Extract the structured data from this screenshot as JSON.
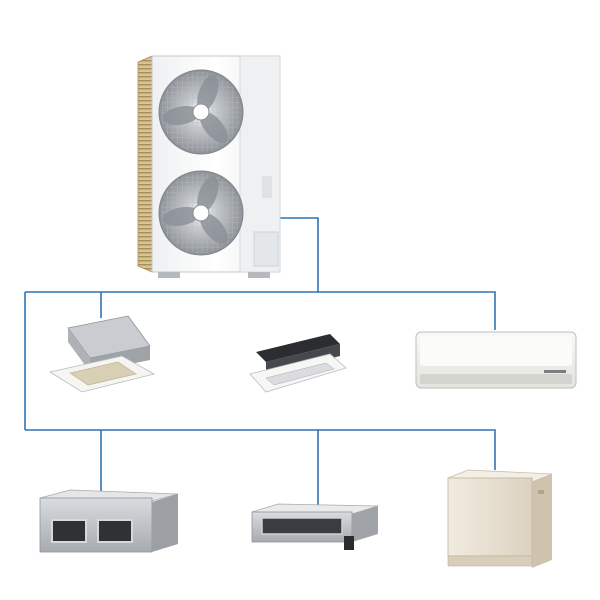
{
  "diagram": {
    "colors": {
      "background": "#ffffff",
      "pipe": "#2f74b5",
      "unit_body": "#f4f5f6",
      "unit_edge": "#c8cbce",
      "fan_blade": "#9aa0a6",
      "grille_gold": "#c2ab78",
      "duct_metal": "#b9bcc0",
      "floor_unit": "#e8dfcf"
    },
    "outdoor_unit": {
      "type": "vrf-outdoor-unit",
      "fan_count": 2,
      "side_grille": "gold-coil"
    },
    "indoor_units": [
      {
        "row": 1,
        "type": "four-way-cassette"
      },
      {
        "row": 1,
        "type": "one-way-cassette"
      },
      {
        "row": 1,
        "type": "wall-mounted-split"
      },
      {
        "row": 2,
        "type": "ducted-unit-large"
      },
      {
        "row": 2,
        "type": "slim-ducted-unit"
      },
      {
        "row": 2,
        "type": "floor-standing-console"
      }
    ]
  }
}
